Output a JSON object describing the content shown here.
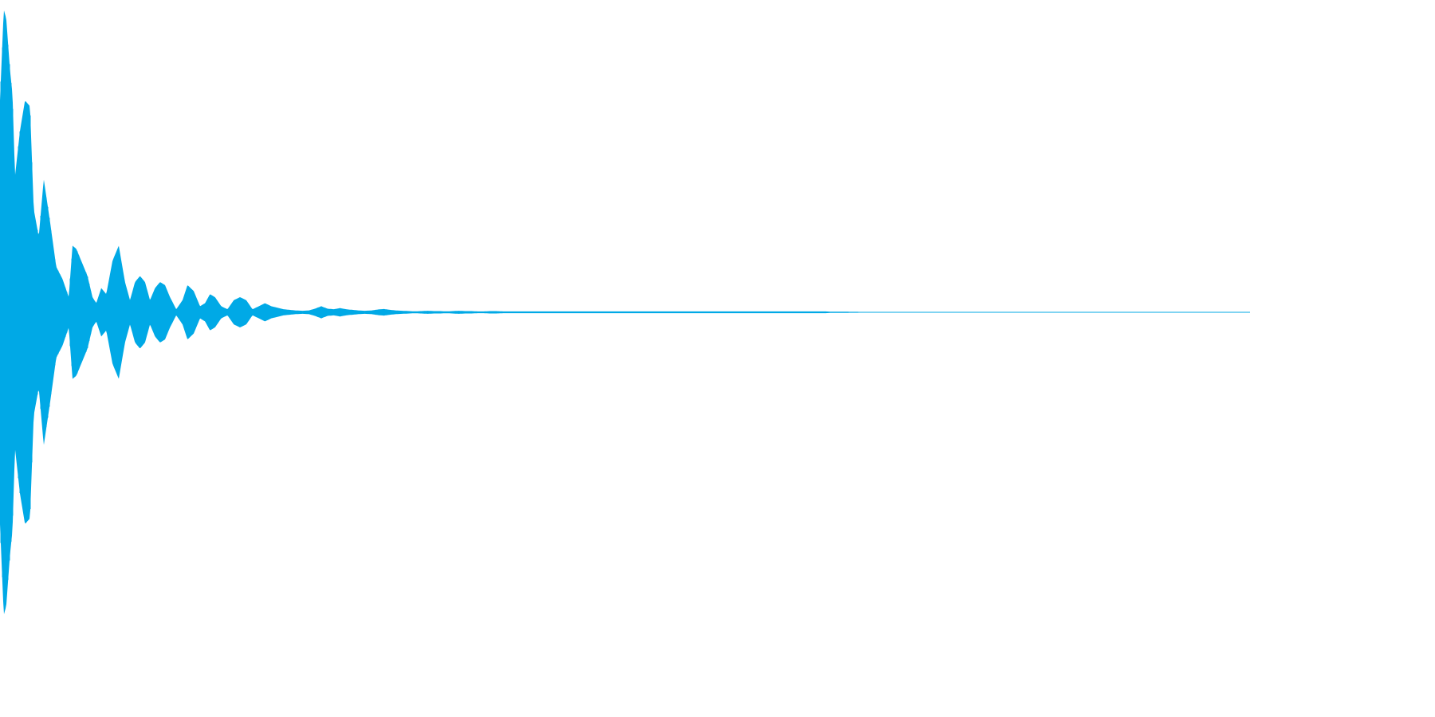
{
  "chart_data": {
    "type": "area",
    "title": "",
    "xlabel": "",
    "ylabel": "",
    "grid": false,
    "legend": "none",
    "ylim": [
      -1,
      1
    ],
    "x_range": [
      0,
      1
    ],
    "color": "#00a9e6",
    "envelope": {
      "note": "",
      "t": [
        0.0,
        0.003,
        0.005,
        0.008,
        0.01,
        0.012,
        0.016,
        0.02,
        0.024,
        0.027,
        0.031,
        0.035,
        0.04,
        0.045,
        0.05,
        0.055,
        0.058,
        0.061,
        0.066,
        0.07,
        0.074,
        0.077,
        0.081,
        0.085,
        0.09,
        0.095,
        0.1,
        0.104,
        0.108,
        0.112,
        0.116,
        0.12,
        0.124,
        0.128,
        0.132,
        0.136,
        0.141,
        0.146,
        0.15,
        0.155,
        0.16,
        0.164,
        0.168,
        0.172,
        0.177,
        0.182,
        0.187,
        0.192,
        0.197,
        0.202,
        0.207,
        0.212,
        0.217,
        0.222,
        0.227,
        0.232,
        0.237,
        0.242,
        0.247,
        0.252,
        0.257,
        0.262,
        0.267,
        0.272,
        0.277,
        0.282,
        0.287,
        0.292,
        0.297,
        0.302,
        0.307,
        0.312,
        0.317,
        0.322,
        0.327,
        0.332,
        0.337,
        0.342,
        0.347,
        0.352,
        0.357,
        0.362,
        0.367,
        0.372,
        0.377,
        0.382,
        0.387,
        0.392,
        0.397,
        0.402,
        0.407,
        0.412,
        0.417,
        0.422,
        0.427,
        0.432,
        0.437,
        0.442,
        0.447,
        0.452,
        0.457,
        0.462,
        0.467,
        0.472,
        0.477,
        0.482,
        0.487,
        0.492,
        0.497,
        0.502,
        0.507,
        0.512,
        0.517,
        0.522,
        0.527,
        0.532,
        0.537,
        0.542,
        0.547,
        0.552,
        0.557,
        0.562,
        0.567,
        0.572,
        0.577,
        0.582,
        0.587,
        0.592,
        0.597,
        0.602,
        0.607,
        0.612,
        0.617,
        0.622,
        0.627,
        0.632,
        0.637,
        0.642,
        0.647,
        0.652,
        0.657,
        0.66,
        0.665,
        0.67,
        0.7,
        0.8,
        0.9,
        1.0
      ],
      "a": [
        0.7,
        1.0,
        0.97,
        0.8,
        0.72,
        0.45,
        0.6,
        0.7,
        0.68,
        0.34,
        0.25,
        0.44,
        0.3,
        0.15,
        0.11,
        0.05,
        0.22,
        0.21,
        0.16,
        0.12,
        0.05,
        0.03,
        0.08,
        0.06,
        0.17,
        0.22,
        0.1,
        0.04,
        0.1,
        0.12,
        0.1,
        0.04,
        0.08,
        0.1,
        0.09,
        0.05,
        0.01,
        0.04,
        0.09,
        0.07,
        0.02,
        0.03,
        0.06,
        0.05,
        0.02,
        0.01,
        0.04,
        0.05,
        0.04,
        0.01,
        0.02,
        0.03,
        0.02,
        0.015,
        0.01,
        0.008,
        0.006,
        0.005,
        0.006,
        0.012,
        0.02,
        0.012,
        0.01,
        0.014,
        0.01,
        0.008,
        0.006,
        0.005,
        0.006,
        0.009,
        0.011,
        0.008,
        0.006,
        0.005,
        0.004,
        0.003,
        0.004,
        0.005,
        0.004,
        0.004,
        0.003,
        0.004,
        0.005,
        0.004,
        0.004,
        0.003,
        0.003,
        0.004,
        0.004,
        0.003,
        0.003,
        0.003,
        0.003,
        0.003,
        0.003,
        0.003,
        0.003,
        0.003,
        0.003,
        0.003,
        0.003,
        0.003,
        0.003,
        0.003,
        0.003,
        0.003,
        0.003,
        0.003,
        0.003,
        0.003,
        0.003,
        0.003,
        0.003,
        0.003,
        0.003,
        0.003,
        0.003,
        0.003,
        0.003,
        0.003,
        0.003,
        0.003,
        0.003,
        0.003,
        0.003,
        0.003,
        0.003,
        0.003,
        0.003,
        0.003,
        0.003,
        0.003,
        0.003,
        0.003,
        0.003,
        0.003,
        0.003,
        0.003,
        0.003,
        0.003,
        0.003,
        0.003,
        0.002,
        0.002,
        0.001,
        0.001,
        0.001,
        0.001
      ]
    }
  }
}
